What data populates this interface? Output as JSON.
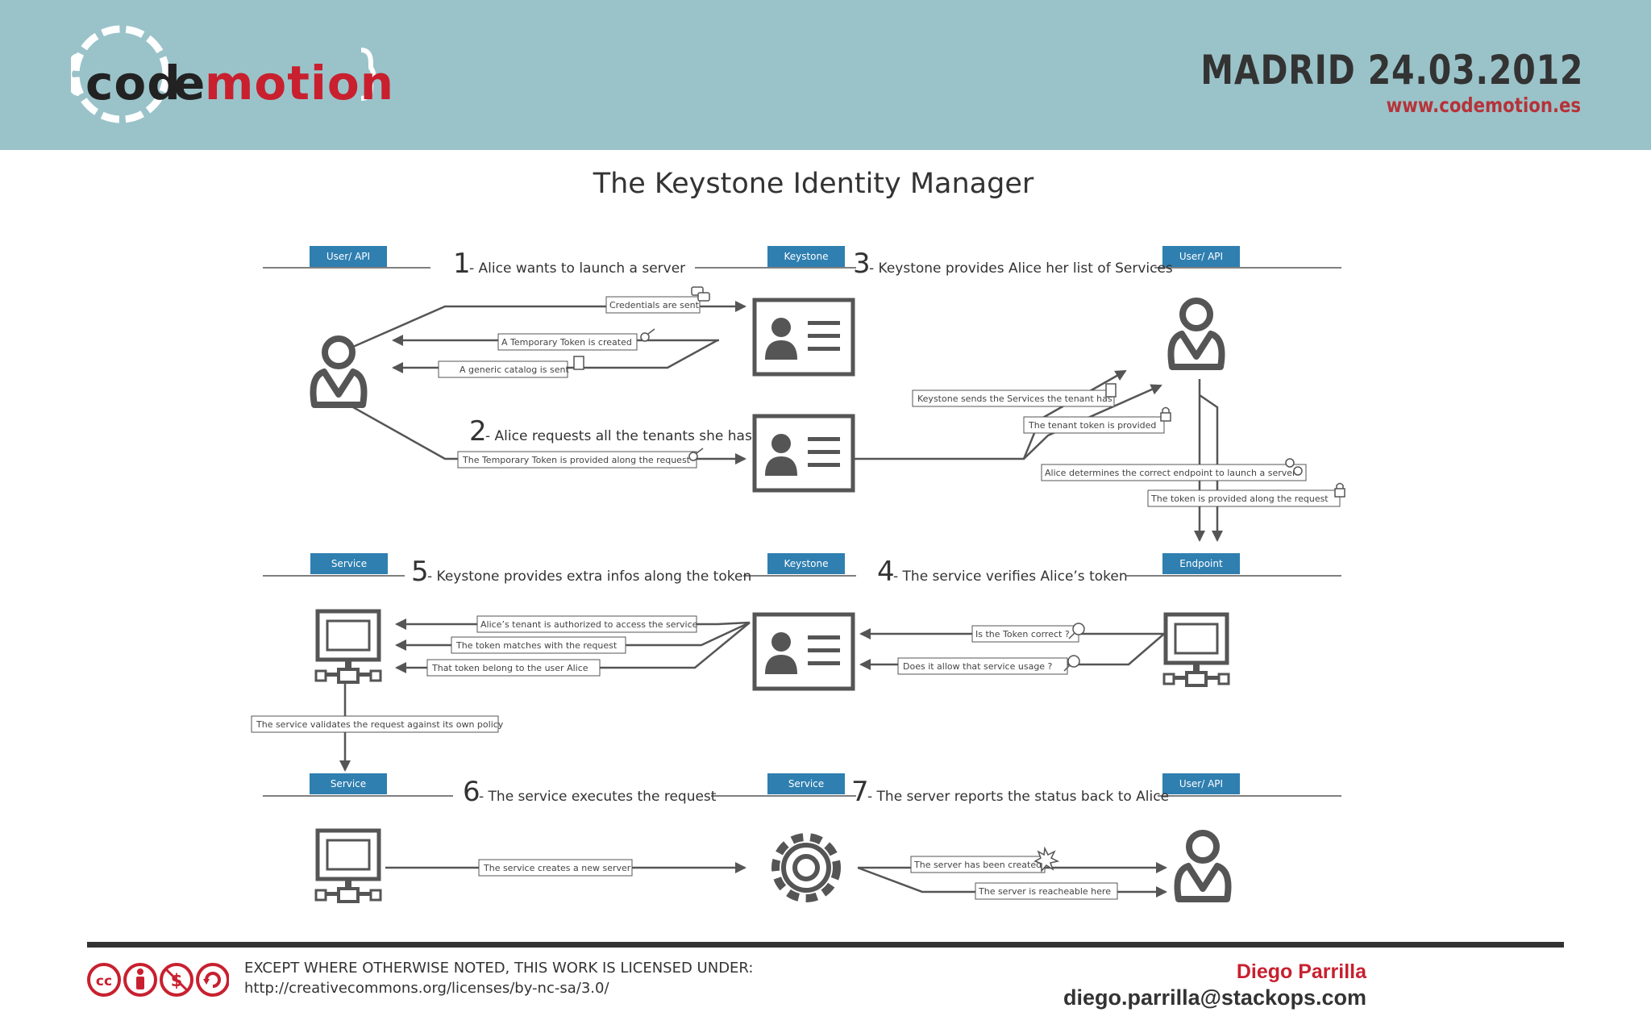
{
  "header": {
    "logo_left": "cod",
    "logo_mid": "e",
    "logo_right": "motion",
    "date": "MADRID 24.03.2012",
    "url": "www.codemotion.es"
  },
  "title": "The Keystone Identity Manager",
  "colors": {
    "header_bg": "#9ac3c9",
    "tag_bg": "#2f7fb0",
    "accent_red": "#c8202f",
    "line": "#555555"
  },
  "tags": [
    "User/ API",
    "Keystone",
    "User/ API",
    "Service",
    "Keystone",
    "Endpoint",
    "Service",
    "Service",
    "User/ API"
  ],
  "steps": [
    {
      "num": "1",
      "text": "- Alice wants to launch a server"
    },
    {
      "num": "2",
      "text": "- Alice requests all the tenants she has"
    },
    {
      "num": "3",
      "text": "- Keystone provides Alice her list of Services"
    },
    {
      "num": "4",
      "text": "- The service verifies Alice’s token"
    },
    {
      "num": "5",
      "text": "- Keystone provides extra infos along the token"
    },
    {
      "num": "6",
      "text": "- The service executes the request"
    },
    {
      "num": "7",
      "text": "- The server reports the status back to Alice"
    }
  ],
  "labels": [
    "Credentials are sent",
    "A Temporary Token is created",
    "A generic catalog is sent",
    "The Temporary Token is provided along the request",
    "Keystone sends the Services the tenant has",
    "The tenant token is provided",
    "Alice determines the correct endpoint to launch a server",
    "The token is provided along the request",
    "Alice’s tenant is authorized to access the service",
    "The token matches with the request",
    "That token belong to the user Alice",
    "Is the Token correct ?",
    "Does it allow that service usage ?",
    "The service validates the request against its own policy",
    "The service creates a new server",
    "The server has been created",
    "The server is reacheable here"
  ],
  "footer": {
    "license_line1": "EXCEPT WHERE OTHERWISE NOTED, THIS WORK IS LICENSED UNDER:",
    "license_line2": "http://creativecommons.org/licenses/by-nc-sa/3.0/",
    "author": "Diego Parrilla",
    "email": "diego.parrilla@stackops.com"
  }
}
